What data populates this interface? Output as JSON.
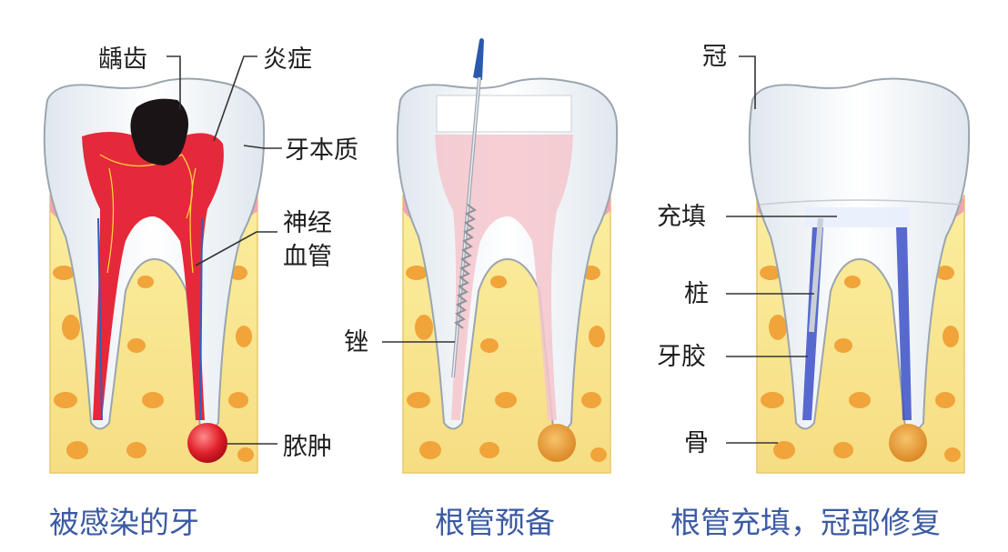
{
  "panels": [
    {
      "caption": "被感染的牙",
      "labels": {
        "caries": "龋齿",
        "inflammation": "炎症",
        "dentin": "牙本质",
        "nerve": "神经",
        "vessel": "血管",
        "abscess": "脓肿"
      }
    },
    {
      "caption": "根管预备",
      "labels": {
        "file": "锉"
      }
    },
    {
      "caption": "根管充填，冠部修复",
      "labels": {
        "crown": "冠",
        "filling": "充填",
        "post": "桩",
        "gum": "牙胶",
        "bone": "骨"
      }
    }
  ],
  "colors": {
    "bone": "#f8e79a",
    "bone_spots": "#f0a43a",
    "gum": "#f2a5b0",
    "enamel": "#eef4f9",
    "pulp_infected": "#e5283a",
    "pulp_prepared": "#f5c6cc",
    "gutta_percha": "#3c50c8",
    "caption": "#3b5aa3"
  }
}
